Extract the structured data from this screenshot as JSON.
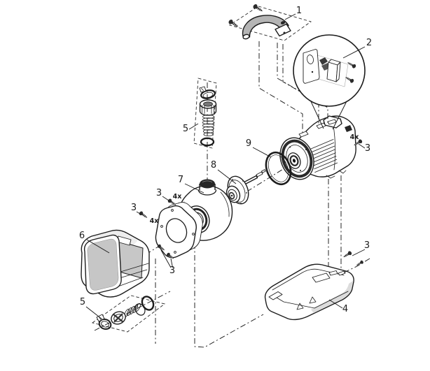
{
  "figure": {
    "type": "exploded-parts-diagram",
    "subject": "Pump assembly exploded view",
    "colors": {
      "bg": "#ffffff",
      "line": "#1c1c1c",
      "dark": "#262626",
      "shade": "#c7c7c7",
      "shade-light": "#ededed",
      "shade-mid": "#dcdcdc"
    }
  },
  "callouts": [
    {
      "part": "carrying-handle",
      "label": "1"
    },
    {
      "part": "cable-clamp-detail",
      "label": "2"
    },
    {
      "part": "motor-screws-qty",
      "label": "4x"
    },
    {
      "part": "motor-screws",
      "label": "3"
    },
    {
      "part": "flange-screw-upper",
      "label": "3"
    },
    {
      "part": "flange-screw-upper-qty",
      "label": "4x"
    },
    {
      "part": "flange-screw-lower",
      "label": "3"
    },
    {
      "part": "flange-screw-lower-qty",
      "label": "4x"
    },
    {
      "part": "housing-screws",
      "label": "3"
    },
    {
      "part": "base-screws",
      "label": "3"
    },
    {
      "part": "base-stand",
      "label": "4"
    },
    {
      "part": "hose-connector-upper",
      "label": "5"
    },
    {
      "part": "hose-connector-lower",
      "label": "5"
    },
    {
      "part": "strainer-housing",
      "label": "6"
    },
    {
      "part": "pump-housing",
      "label": "7"
    },
    {
      "part": "rotor-unit",
      "label": "8"
    },
    {
      "part": "o-ring",
      "label": "9"
    }
  ]
}
